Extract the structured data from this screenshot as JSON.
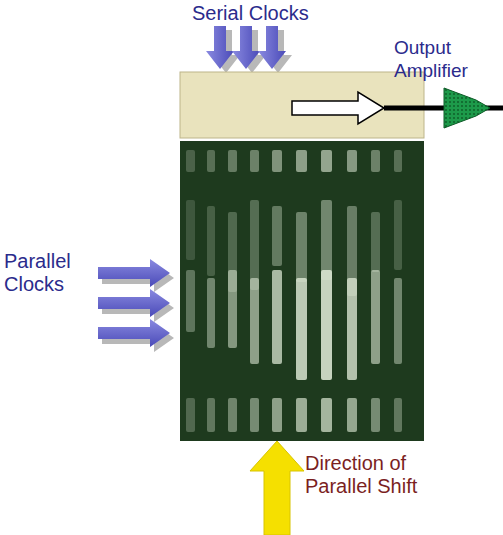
{
  "diagram": {
    "labels": [
      "Serial Clocks",
      "Output Amplifier",
      "Parallel Clocks",
      "Direction of Parallel Shift"
    ]
  }
}
